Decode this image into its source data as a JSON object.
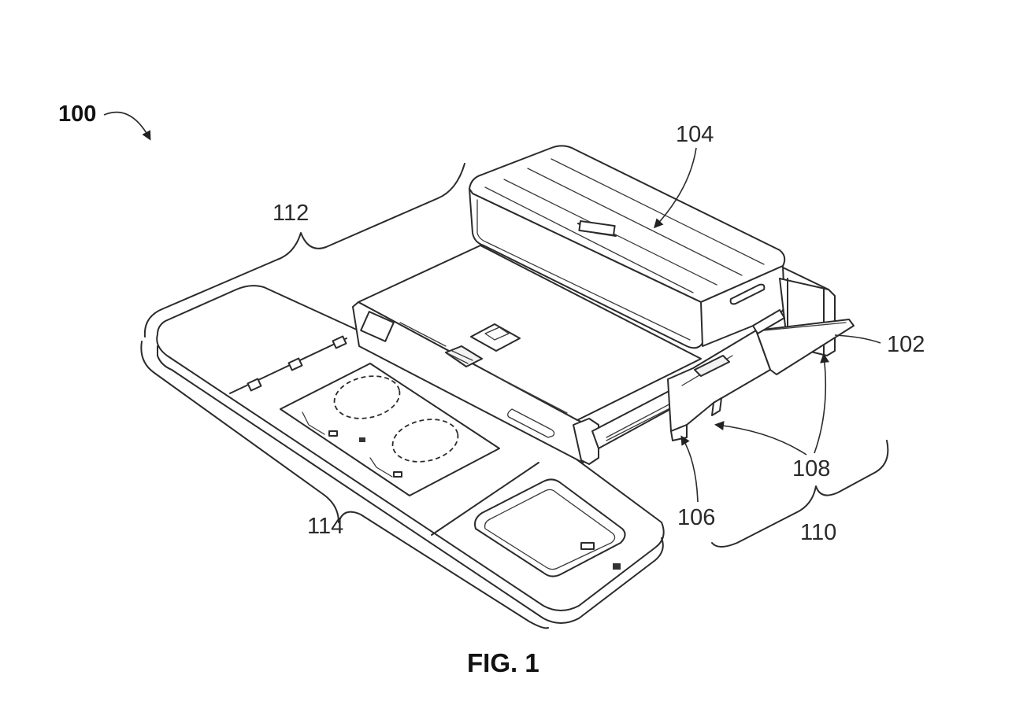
{
  "figure": {
    "caption": "FIG. 1",
    "reference_numerals": {
      "system": "100",
      "slide_rail": "102",
      "upper_module": "104",
      "bracket_106": "106",
      "bracket_108": "108",
      "mount_region": "110",
      "drawer_region": "112",
      "countertop": "114"
    }
  }
}
